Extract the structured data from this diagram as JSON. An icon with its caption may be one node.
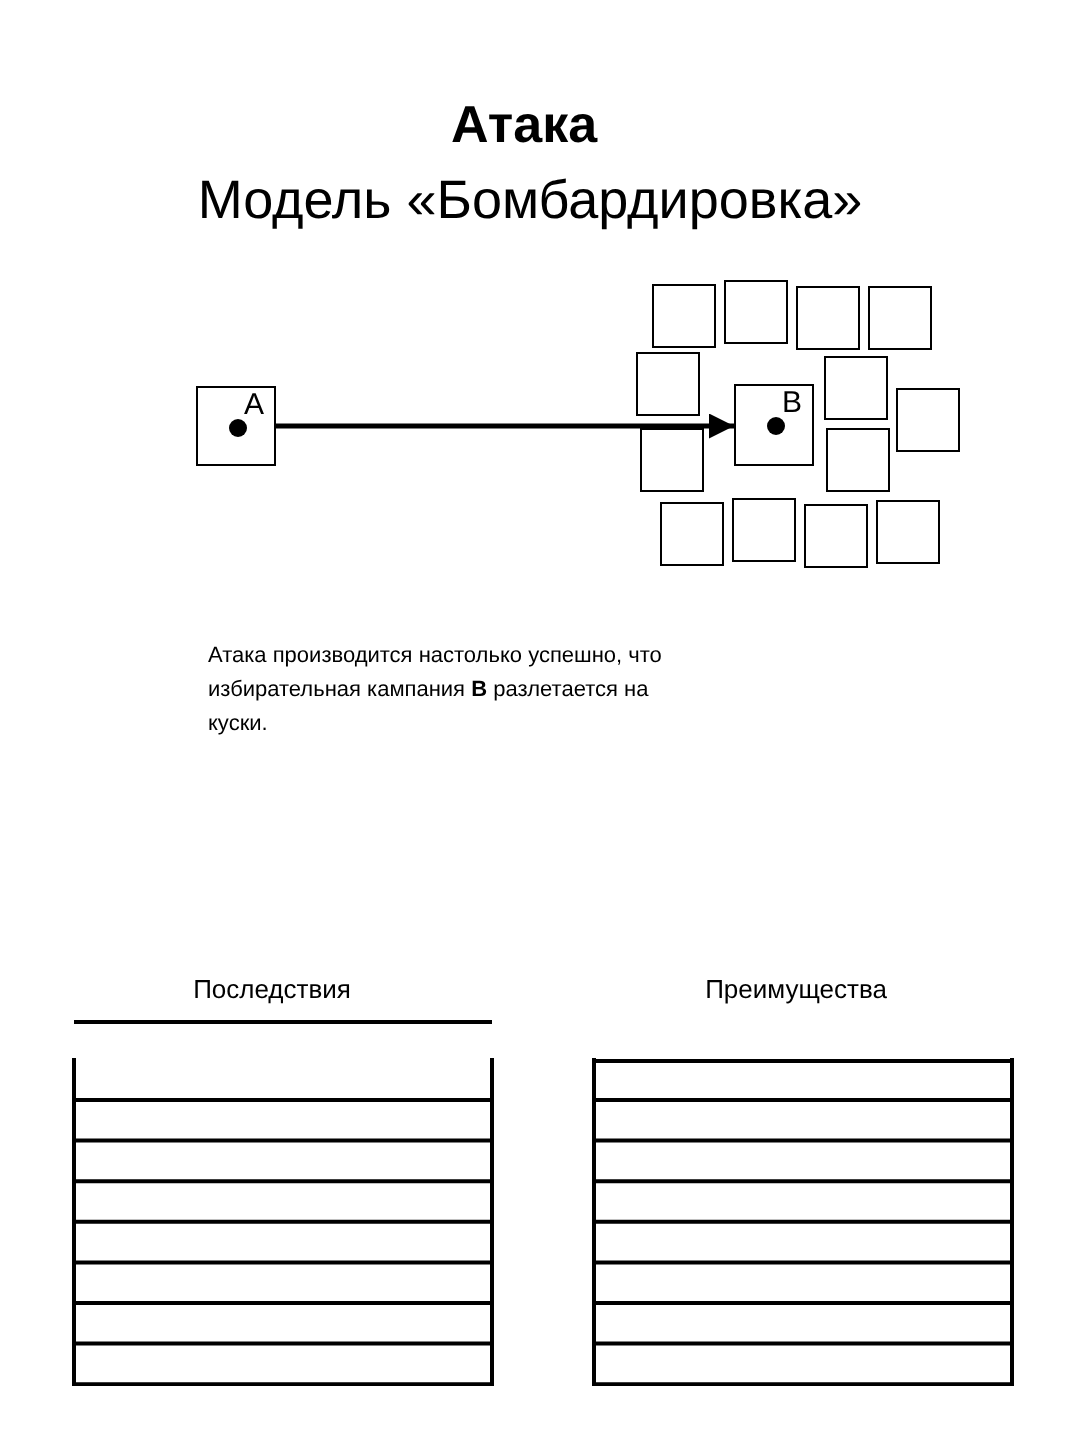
{
  "diagram": {
    "title": "Атака",
    "nodes": [
      {
        "text": [
          "A"
        ]
      },
      {
        "text": [
          "B"
        ]
      },
      {
        "text": [],
        "shape": "box"
      },
      {
        "text": [],
        "shape": "box"
      },
      {
        "text": [],
        "shape": "box"
      },
      {
        "text": [],
        "shape": "box"
      },
      {
        "text": [],
        "shape": "box"
      },
      {
        "text": [],
        "shape": "box"
      },
      {
        "text": [],
        "shape": "box"
      },
      {
        "text": [],
        "shape": "box"
      },
      {
        "text": [],
        "shape": "box"
      },
      {
        "text": [],
        "shape": "box"
      },
      {
        "text": [],
        "shape": "box"
      },
      {
        "text": [],
        "shape": "box"
      },
      {
        "text": [],
        "shape": "box"
      }
    ],
    "edges": [
      {
        "from": 0,
        "to": 1,
        "arrow": "to"
      }
    ],
    "labels": [
      "Модель «Бомбардировка»",
      "Атака производится настолько успешно, что избирательная кампания **B** разлетается на куски.",
      "Последствия",
      "Преимущества"
    ]
  }
}
